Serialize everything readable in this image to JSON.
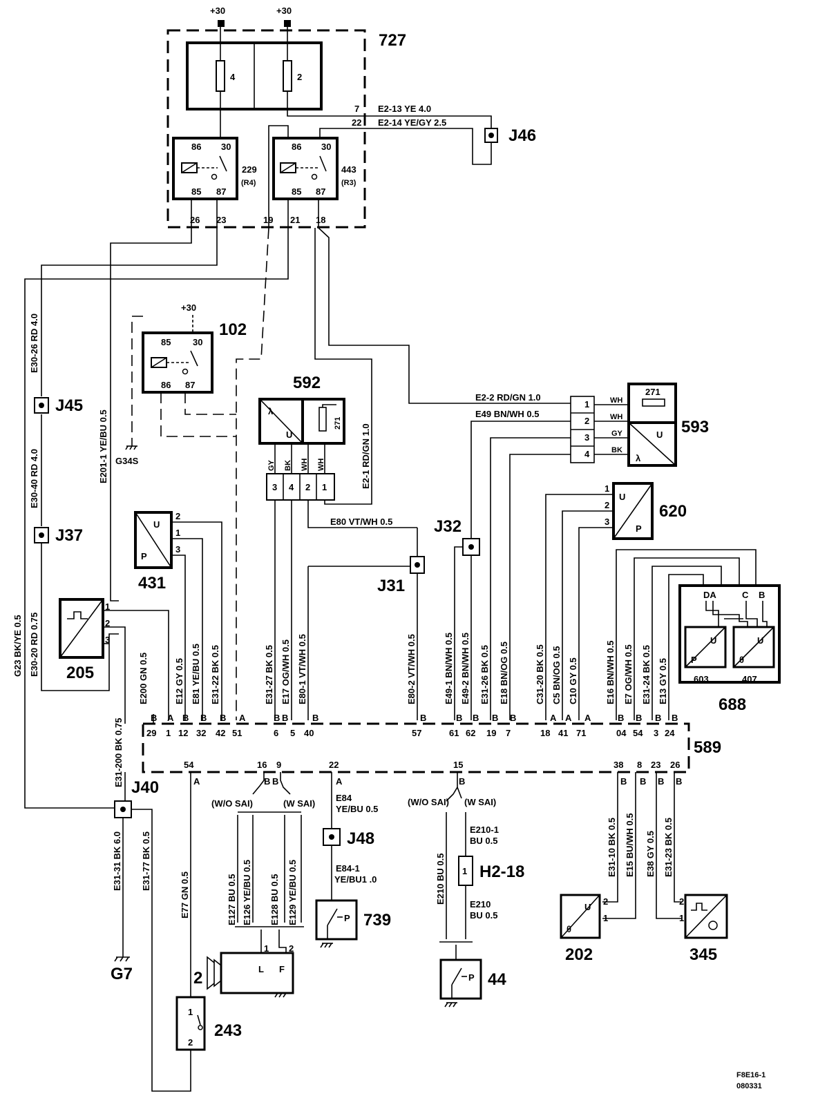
{
  "supply_label": "+30",
  "components": {
    "c727": "727",
    "c229": "229",
    "c229_sub": "(R4)",
    "c443": "443",
    "c443_sub": "(R3)",
    "c102": "102",
    "c592": "592",
    "c593": "593",
    "c620": "620",
    "c688": "688",
    "c431": "431",
    "c205": "205",
    "c589": "589",
    "c202": "202",
    "c345": "345",
    "c739": "739",
    "c44": "44",
    "c243": "243",
    "c603": "603",
    "c407": "407",
    "c271": "271",
    "horn": "2"
  },
  "fuses": [
    "4",
    "2"
  ],
  "relay_pins": {
    "p86": "86",
    "p30": "30",
    "p85": "85",
    "p87": "87"
  },
  "connectors": {
    "J46": "J46",
    "J45": "J45",
    "J37": "J37",
    "J40": "J40",
    "J32": "J32",
    "J31": "J31",
    "J48": "J48",
    "H2": "H2-18",
    "G34S": "G34S",
    "G7": "G7"
  },
  "box727_pins": [
    "26",
    "23",
    "19",
    "21",
    "18"
  ],
  "top_wires": [
    {
      "pin": "7",
      "label": "E2-13  YE     4.0"
    },
    {
      "pin": "22",
      "label": "E2-14  YE/GY   2.5"
    }
  ],
  "left_wires": {
    "e30_26": "E30-26  RD  4.0",
    "e30_40": "E30-40  RD  4.0",
    "e201": "E201-1  YE/BU   0.5",
    "g23": "G23  BK/YE  0.5",
    "e30_20": "E30-20  RD  0.75",
    "e31_200": "E31-200  BK  0.75",
    "e31_31": "E31-31   BK  6.0",
    "e31_77": "E31-77   BK  0.5",
    "e77": "E77   GN   0.5"
  },
  "c593_pins": [
    {
      "num": "1",
      "color": "WH",
      "wire": "E2-2   RD/GN  1.0"
    },
    {
      "num": "2",
      "color": "WH",
      "wire": "E49  BN/WH   0.5"
    },
    {
      "num": "3",
      "color": "GY",
      "wire": ""
    },
    {
      "num": "4",
      "color": "BK",
      "wire": ""
    }
  ],
  "c592": {
    "colors": [
      "GY",
      "BK",
      "WH",
      "WH"
    ],
    "pins": [
      "3",
      "4",
      "2",
      "1"
    ],
    "lambda": "λ",
    "u": "U",
    "e2_1": "E2-1   RD/GN  1.0"
  },
  "sensor_letters": {
    "u": "U",
    "p": "P",
    "theta": "θ",
    "da": "DA",
    "c": "C",
    "b": "B"
  },
  "c431_pins": [
    "2",
    "1",
    "3"
  ],
  "c620_pins": [
    "1",
    "2",
    "3"
  ],
  "c205_pins": [
    "1",
    "2",
    "3"
  ],
  "e80": "E80   VT/WH   0.5",
  "ecu_wires_top": [
    "E200  GN  0.5",
    "E12  GY  0.5",
    "E81  YE/BU  0.5",
    "E31-22  BK  0.5",
    "E31-27  BK  0.5",
    "E17  OG/WH  0.5",
    "E80-1  VT/WH  0.5",
    "E80-2  VT/WH  0.5",
    "E49-1  BN/WH  0.5",
    "E49-2  BN/WH  0.5",
    "E31-26  BK  0.5",
    "E18  BN/OG  0.5",
    "C31-20  BK  0.5",
    "C5  BN/OG  0.5",
    "C10  GY  0.5",
    "E16  BN/WH  0.5",
    "E7  OG/WH  0.5",
    "E31-24  BK  0.5",
    "E13  GY  0.5"
  ],
  "ecu_pins_top": [
    {
      "n": "29",
      "t": "B"
    },
    {
      "n": "1",
      "t": "A"
    },
    {
      "n": "12",
      "t": "B"
    },
    {
      "n": "32",
      "t": "B"
    },
    {
      "n": "42",
      "t": "B"
    },
    {
      "n": "51",
      "t": "A"
    },
    {
      "n": "6",
      "t": "B"
    },
    {
      "n": "5",
      "t": "B"
    },
    {
      "n": "40",
      "t": "B"
    },
    {
      "n": "57",
      "t": "B"
    },
    {
      "n": "61",
      "t": "B"
    },
    {
      "n": "62",
      "t": "B"
    },
    {
      "n": "19",
      "t": "B"
    },
    {
      "n": "7",
      "t": "B"
    },
    {
      "n": "18",
      "t": "A"
    },
    {
      "n": "41",
      "t": "A"
    },
    {
      "n": "71",
      "t": "A"
    },
    {
      "n": "04",
      "t": "B"
    },
    {
      "n": "54",
      "t": "B"
    },
    {
      "n": "3",
      "t": "B"
    },
    {
      "n": "24",
      "t": "B"
    }
  ],
  "ecu_pins_bottom": [
    {
      "n": "54",
      "t": "A"
    },
    {
      "n": "16",
      "t": "B"
    },
    {
      "n": "9",
      "t": "B"
    },
    {
      "n": "22",
      "t": "A"
    },
    {
      "n": "15",
      "t": "B"
    },
    {
      "n": "38",
      "t": "B"
    },
    {
      "n": "8",
      "t": "B"
    },
    {
      "n": "23",
      "t": "B"
    },
    {
      "n": "26",
      "t": "B"
    }
  ],
  "sai": {
    "without": "(W/O SAI)",
    "with": "(W SAI)"
  },
  "bottom_wires": {
    "e84": "E84",
    "e84_spec": "YE/BU  0.5",
    "e84_1": "E84-1",
    "e84_1_spec": "YE/BU1 .0",
    "e127": "E127  BU  0.5",
    "e126": "E126  YE/BU  0.5",
    "e128": "E128  BU  0.5",
    "e129": "E129  YE/BU  0.5",
    "e210_1": "E210-1",
    "e210_1_spec": "BU  0.5",
    "e210": "E210",
    "e210_spec": "BU  0.5",
    "e210_v": "E210   BU   0.5",
    "e31_10": "E31-10  BK  0.5",
    "e15": "E15  BU/WH  0.5",
    "e38": "E38  GY  0.5",
    "e31_23": "E31-23  BK  0.5"
  },
  "pump_pins": {
    "l": "L",
    "f": "F",
    "p1": "1",
    "p2": "2"
  },
  "c243_pins": [
    "1",
    "2"
  ],
  "h2_pin": "1",
  "c202_pins": [
    "2",
    "1"
  ],
  "c345_pins": [
    "2",
    "1"
  ],
  "footer": [
    "F8E16-1",
    "080331"
  ]
}
